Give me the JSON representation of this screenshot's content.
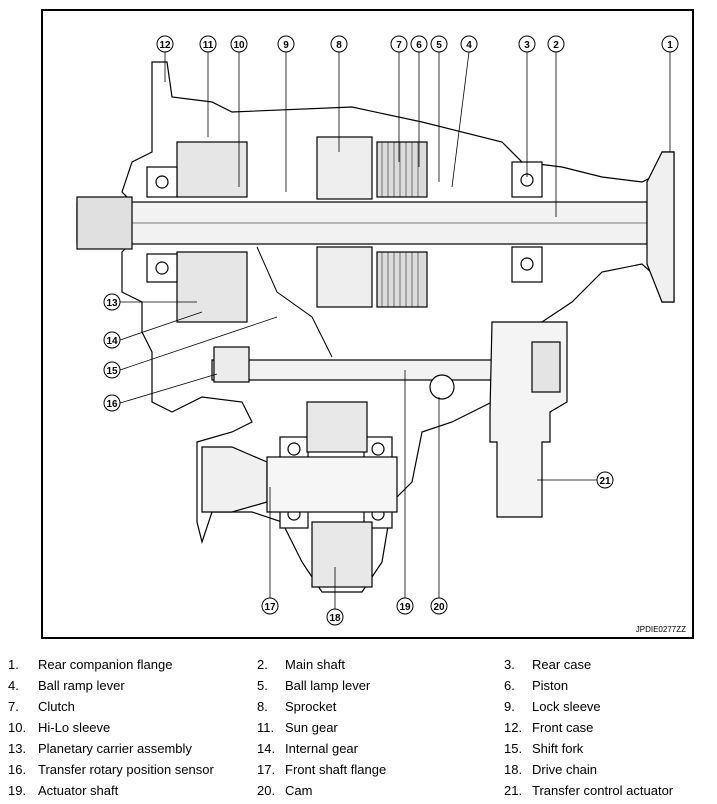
{
  "diagram": {
    "reference_code": "JPDIE0277ZZ",
    "callouts": [
      "1",
      "2",
      "3",
      "4",
      "5",
      "6",
      "7",
      "8",
      "9",
      "10",
      "11",
      "12",
      "13",
      "14",
      "15",
      "16",
      "17",
      "18",
      "19",
      "20",
      "21"
    ]
  },
  "legend": [
    {
      "num": "1.",
      "label": "Rear companion flange"
    },
    {
      "num": "2.",
      "label": "Main shaft"
    },
    {
      "num": "3.",
      "label": "Rear case"
    },
    {
      "num": "4.",
      "label": "Ball ramp lever"
    },
    {
      "num": "5.",
      "label": "Ball lamp lever"
    },
    {
      "num": "6.",
      "label": "Piston"
    },
    {
      "num": "7.",
      "label": "Clutch"
    },
    {
      "num": "8.",
      "label": "Sprocket"
    },
    {
      "num": "9.",
      "label": "Lock sleeve"
    },
    {
      "num": "10.",
      "label": "Hi-Lo sleeve"
    },
    {
      "num": "11.",
      "label": "Sun gear"
    },
    {
      "num": "12.",
      "label": "Front case"
    },
    {
      "num": "13.",
      "label": "Planetary carrier assembly"
    },
    {
      "num": "14.",
      "label": "Internal gear"
    },
    {
      "num": "15.",
      "label": "Shift fork"
    },
    {
      "num": "16.",
      "label": "Transfer rotary position sensor"
    },
    {
      "num": "17.",
      "label": "Front shaft flange"
    },
    {
      "num": "18.",
      "label": "Drive chain"
    },
    {
      "num": "19.",
      "label": "Actuator shaft"
    },
    {
      "num": "20.",
      "label": "Cam"
    },
    {
      "num": "21.",
      "label": "Transfer control actuator"
    }
  ]
}
